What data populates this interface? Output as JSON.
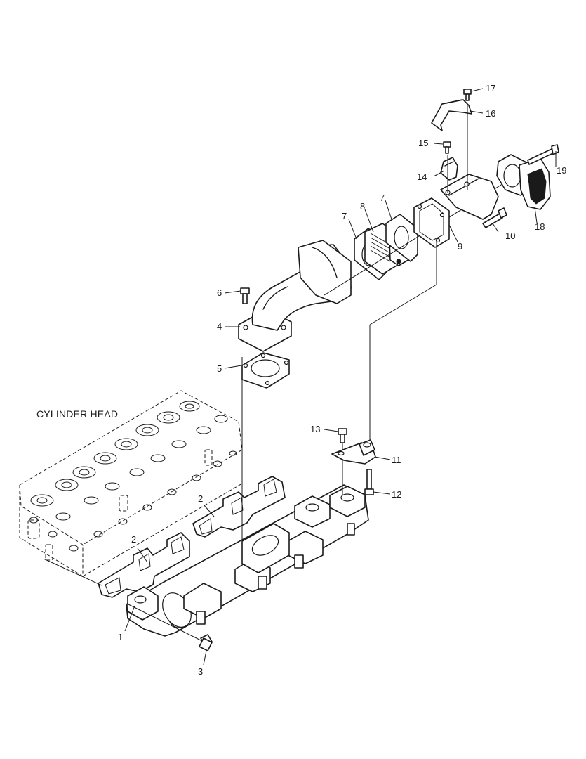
{
  "labels": {
    "cylinder_head": "CYLINDER HEAD"
  },
  "callouts": {
    "p1": "1",
    "p2a": "2",
    "p2b": "2",
    "p3": "3",
    "p4": "4",
    "p5": "5",
    "p6": "6",
    "p7a": "7",
    "p7b": "7",
    "p8": "8",
    "p9": "9",
    "p10": "10",
    "p11": "11",
    "p12": "12",
    "p13": "13",
    "p14": "14",
    "p15": "15",
    "p16": "16",
    "p17": "17",
    "p18": "18",
    "p19": "19"
  },
  "colors": {
    "line": "#1a1a1a",
    "background": "#ffffff"
  }
}
